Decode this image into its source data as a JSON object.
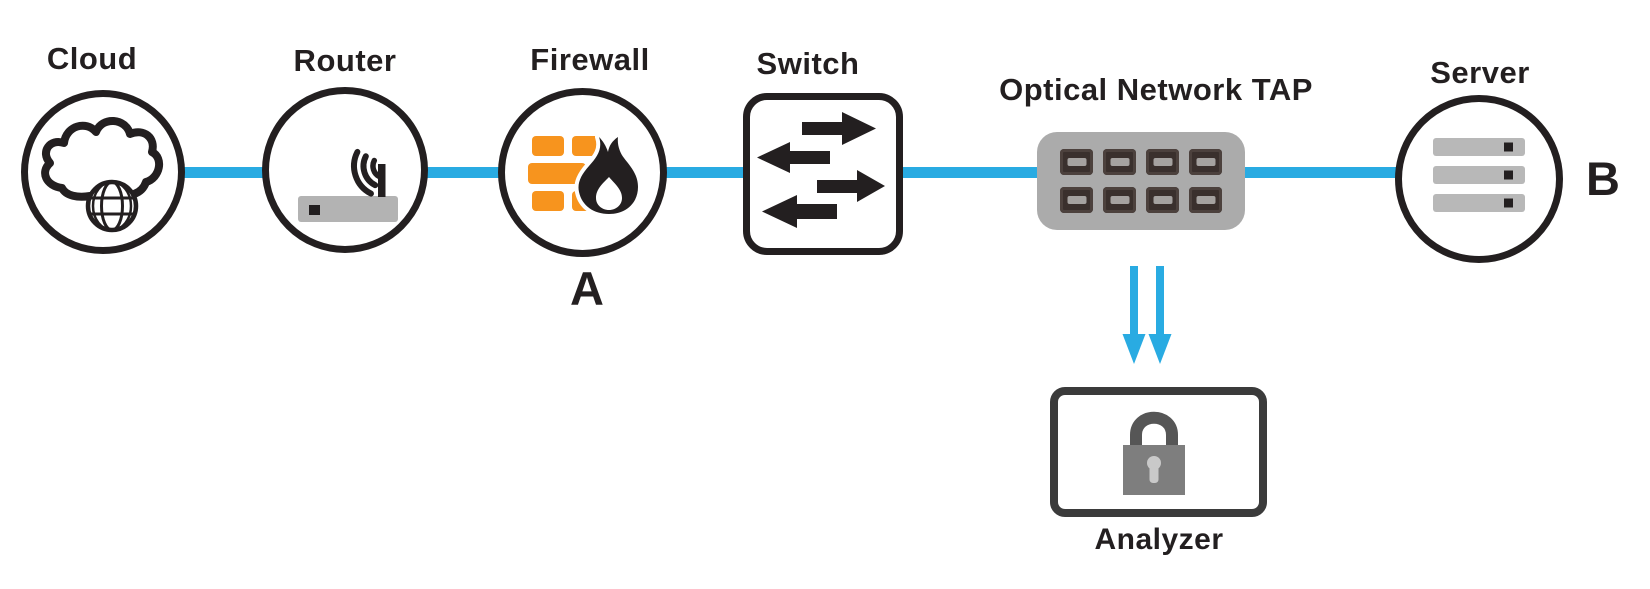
{
  "diagram": {
    "type": "network-topology",
    "colors": {
      "link_blue": "#29ABE2",
      "outline_black": "#231F20",
      "firewall_brick_orange": "#F7941E",
      "device_gray": "#B3B3B3",
      "tap_gray": "#ABABAB",
      "analyzer_border_gray": "#3B3B3B",
      "lock_gray": "#7E7E7E"
    },
    "nodes": [
      {
        "id": "cloud",
        "label": "Cloud",
        "shape": "circle",
        "icon": "cloud-globe-icon"
      },
      {
        "id": "router",
        "label": "Router",
        "shape": "circle",
        "icon": "wireless-router-icon"
      },
      {
        "id": "firewall",
        "label": "Firewall",
        "shape": "circle",
        "icon": "firewall-brick-flame-icon",
        "endpoint_label": "A"
      },
      {
        "id": "switch",
        "label": "Switch",
        "shape": "rounded-square",
        "icon": "switch-arrows-icon"
      },
      {
        "id": "tap",
        "label": "Optical Network TAP",
        "shape": "rounded-rect",
        "icon": "tap-ports-icon",
        "ports": 8
      },
      {
        "id": "server",
        "label": "Server",
        "shape": "circle",
        "icon": "server-stack-icon",
        "endpoint_label": "B"
      },
      {
        "id": "analyzer",
        "label": "Analyzer",
        "shape": "rounded-rect",
        "icon": "padlock-icon"
      }
    ],
    "links": [
      {
        "from": "cloud",
        "to": "router",
        "style": "solid-blue-line"
      },
      {
        "from": "router",
        "to": "firewall",
        "style": "solid-blue-line"
      },
      {
        "from": "firewall",
        "to": "switch",
        "style": "solid-blue-line"
      },
      {
        "from": "switch",
        "to": "tap",
        "style": "solid-blue-line"
      },
      {
        "from": "tap",
        "to": "server",
        "style": "solid-blue-line"
      },
      {
        "from": "tap",
        "to": "analyzer",
        "style": "double-down-arrows"
      }
    ]
  }
}
